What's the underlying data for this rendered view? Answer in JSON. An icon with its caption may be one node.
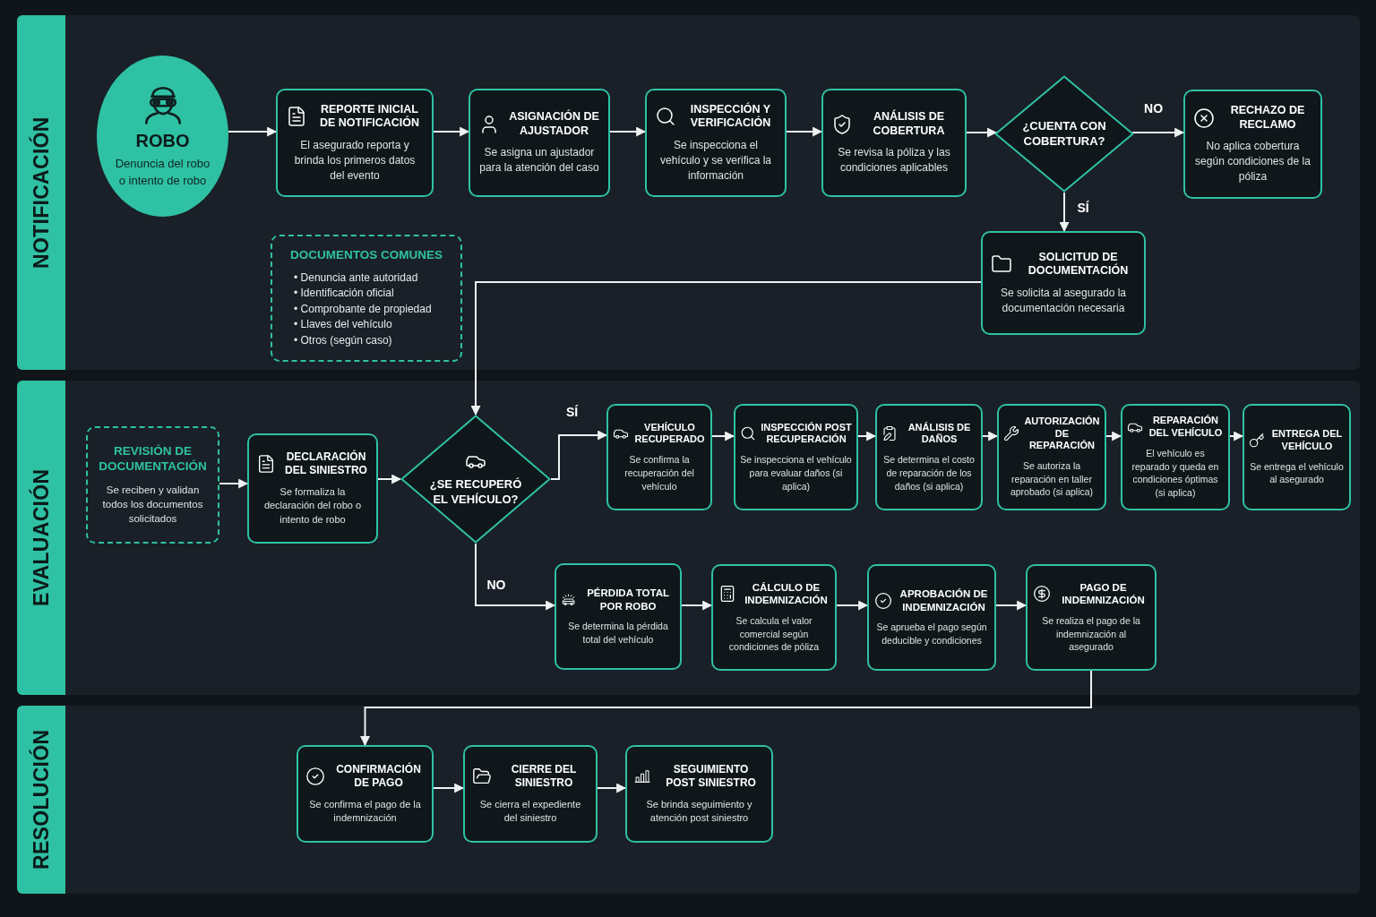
{
  "diagram": {
    "nodes": [
      {
        "text": [
          "NOTIFICACIÓN"
        ]
      },
      {
        "text": [
          "ROBO",
          "Denuncia del robo o intento de robo"
        ],
        "in": 0
      },
      {
        "text": [
          "REPORTE INICIAL DE NOTIFICACIÓN",
          "El asegurado reporta y brinda los primeros datos del evento"
        ],
        "in": 0
      },
      {
        "text": [
          "ASIGNACIÓN DE AJUSTADOR",
          "Se asigna un ajustador para la atención del caso"
        ],
        "in": 0
      },
      {
        "text": [
          "INSPECCIÓN Y VERIFICACIÓN",
          "Se inspecciona el vehículo y se verifica la información"
        ],
        "in": 0
      },
      {
        "text": [
          "ANÁLISIS DE COBERTURA",
          "Se revisa la póliza y las condiciones aplicables"
        ],
        "in": 0
      },
      {
        "text": [
          "¿CUENTA CON COBERTURA?"
        ],
        "in": 0
      },
      {
        "text": [
          "RECHAZO DE RECLAMO",
          "No aplica cobertura según condiciones de la póliza"
        ],
        "in": 0
      },
      {
        "text": [
          "DOCUMENTOS COMUNES",
          "• Denuncia ante autoridad",
          "• Identificación oficial",
          "• Comprobante de propiedad",
          "• Llaves del vehículo",
          "• Otros (según caso)"
        ],
        "in": 0
      },
      {
        "text": [
          "SOLICITUD DE DOCUMENTACIÓN",
          "Se solicita al asegurado la documentación necesaria"
        ],
        "in": 0
      },
      {
        "text": [
          "EVALUACIÓN"
        ]
      },
      {
        "text": [
          "REVISIÓN DE DOCUMENTACIÓN",
          "Se reciben y validan todos los documentos solicitados"
        ],
        "in": 10
      },
      {
        "text": [
          "DECLARACIÓN DEL SINIESTRO",
          "Se formaliza la declaración del robo o intento de robo"
        ],
        "in": 10
      },
      {
        "text": [
          "¿SE RECUPERÓ EL VEHÍCULO?"
        ],
        "in": 10
      },
      {
        "text": [
          "VEHÍCULO RECUPERADO",
          "Se confirma la recuperación del vehículo"
        ],
        "in": 10
      },
      {
        "text": [
          "INSPECCIÓN POST RECUPERACIÓN",
          "Se inspecciona el vehículo para evaluar daños (si aplica)"
        ],
        "in": 10
      },
      {
        "text": [
          "ANÁLISIS DE DAÑOS",
          "Se determina el costo de reparación de los daños (si aplica)"
        ],
        "in": 10
      },
      {
        "text": [
          "AUTORIZACIÓN DE REPARACIÓN",
          "Se autoriza la reparación en taller aprobado (si aplica)"
        ],
        "in": 10
      },
      {
        "text": [
          "REPARACIÓN DEL VEHÍCULO",
          "El vehículo es reparado y queda en condiciones óptimas (si aplica)"
        ],
        "in": 10
      },
      {
        "text": [
          "ENTREGA DEL VEHÍCULO",
          "Se entrega el vehículo al asegurado"
        ],
        "in": 10
      },
      {
        "text": [
          "PÉRDIDA TOTAL POR ROBO",
          "Se determina la pérdida total del vehículo"
        ],
        "in": 10
      },
      {
        "text": [
          "CÁLCULO DE INDEMNIZACIÓN",
          "Se calcula el valor comercial según condiciones de póliza"
        ],
        "in": 10
      },
      {
        "text": [
          "APROBACIÓN DE INDEMNIZACIÓN",
          "Se aprueba el pago según deducible y condiciones"
        ],
        "in": 10
      },
      {
        "text": [
          "PAGO DE INDEMNIZACIÓN",
          "Se realiza el pago de la indemnización al asegurado"
        ],
        "in": 10
      },
      {
        "text": [
          "RESOLUCIÓN"
        ]
      },
      {
        "text": [
          "CONFIRMACIÓN DE PAGO",
          "Se confirma el pago de la indemnización"
        ],
        "in": 24
      },
      {
        "text": [
          "CIERRE DEL SINIESTRO",
          "Se cierra el expediente del siniestro"
        ],
        "in": 24
      },
      {
        "text": [
          "SEGUIMIENTO POST SINIESTRO",
          "Se brinda seguimiento y atención post siniestro"
        ],
        "in": 24
      }
    ],
    "edges": [
      {
        "from": 1,
        "to": 2,
        "arrow": "to"
      },
      {
        "from": 2,
        "to": 3,
        "arrow": "to"
      },
      {
        "from": 3,
        "to": 4,
        "arrow": "to"
      },
      {
        "from": 4,
        "to": 5,
        "arrow": "to"
      },
      {
        "from": 5,
        "to": 6,
        "arrow": "to"
      },
      {
        "from": 6,
        "to": 7,
        "arrow": "to",
        "label": "NO"
      },
      {
        "from": 6,
        "to": 9,
        "arrow": "to",
        "label": "SÍ"
      },
      {
        "from": 9,
        "to": 13,
        "arrow": "to"
      },
      {
        "from": 11,
        "to": 12,
        "arrow": "to"
      },
      {
        "from": 12,
        "to": 13,
        "arrow": "to"
      },
      {
        "from": 13,
        "to": 14,
        "arrow": "to",
        "label": "SÍ"
      },
      {
        "from": 14,
        "to": 15,
        "arrow": "to"
      },
      {
        "from": 15,
        "to": 16,
        "arrow": "to"
      },
      {
        "from": 16,
        "to": 17,
        "arrow": "to"
      },
      {
        "from": 17,
        "to": 18,
        "arrow": "to"
      },
      {
        "from": 18,
        "to": 19,
        "arrow": "to"
      },
      {
        "from": 13,
        "to": 20,
        "arrow": "to",
        "label": "NO"
      },
      {
        "from": 20,
        "to": 21,
        "arrow": "to"
      },
      {
        "from": 21,
        "to": 22,
        "arrow": "to"
      },
      {
        "from": 22,
        "to": 23,
        "arrow": "to"
      },
      {
        "from": 23,
        "to": 25,
        "arrow": "to"
      },
      {
        "from": 25,
        "to": 26,
        "arrow": "to"
      },
      {
        "from": 26,
        "to": 27,
        "arrow": "to"
      }
    ]
  }
}
